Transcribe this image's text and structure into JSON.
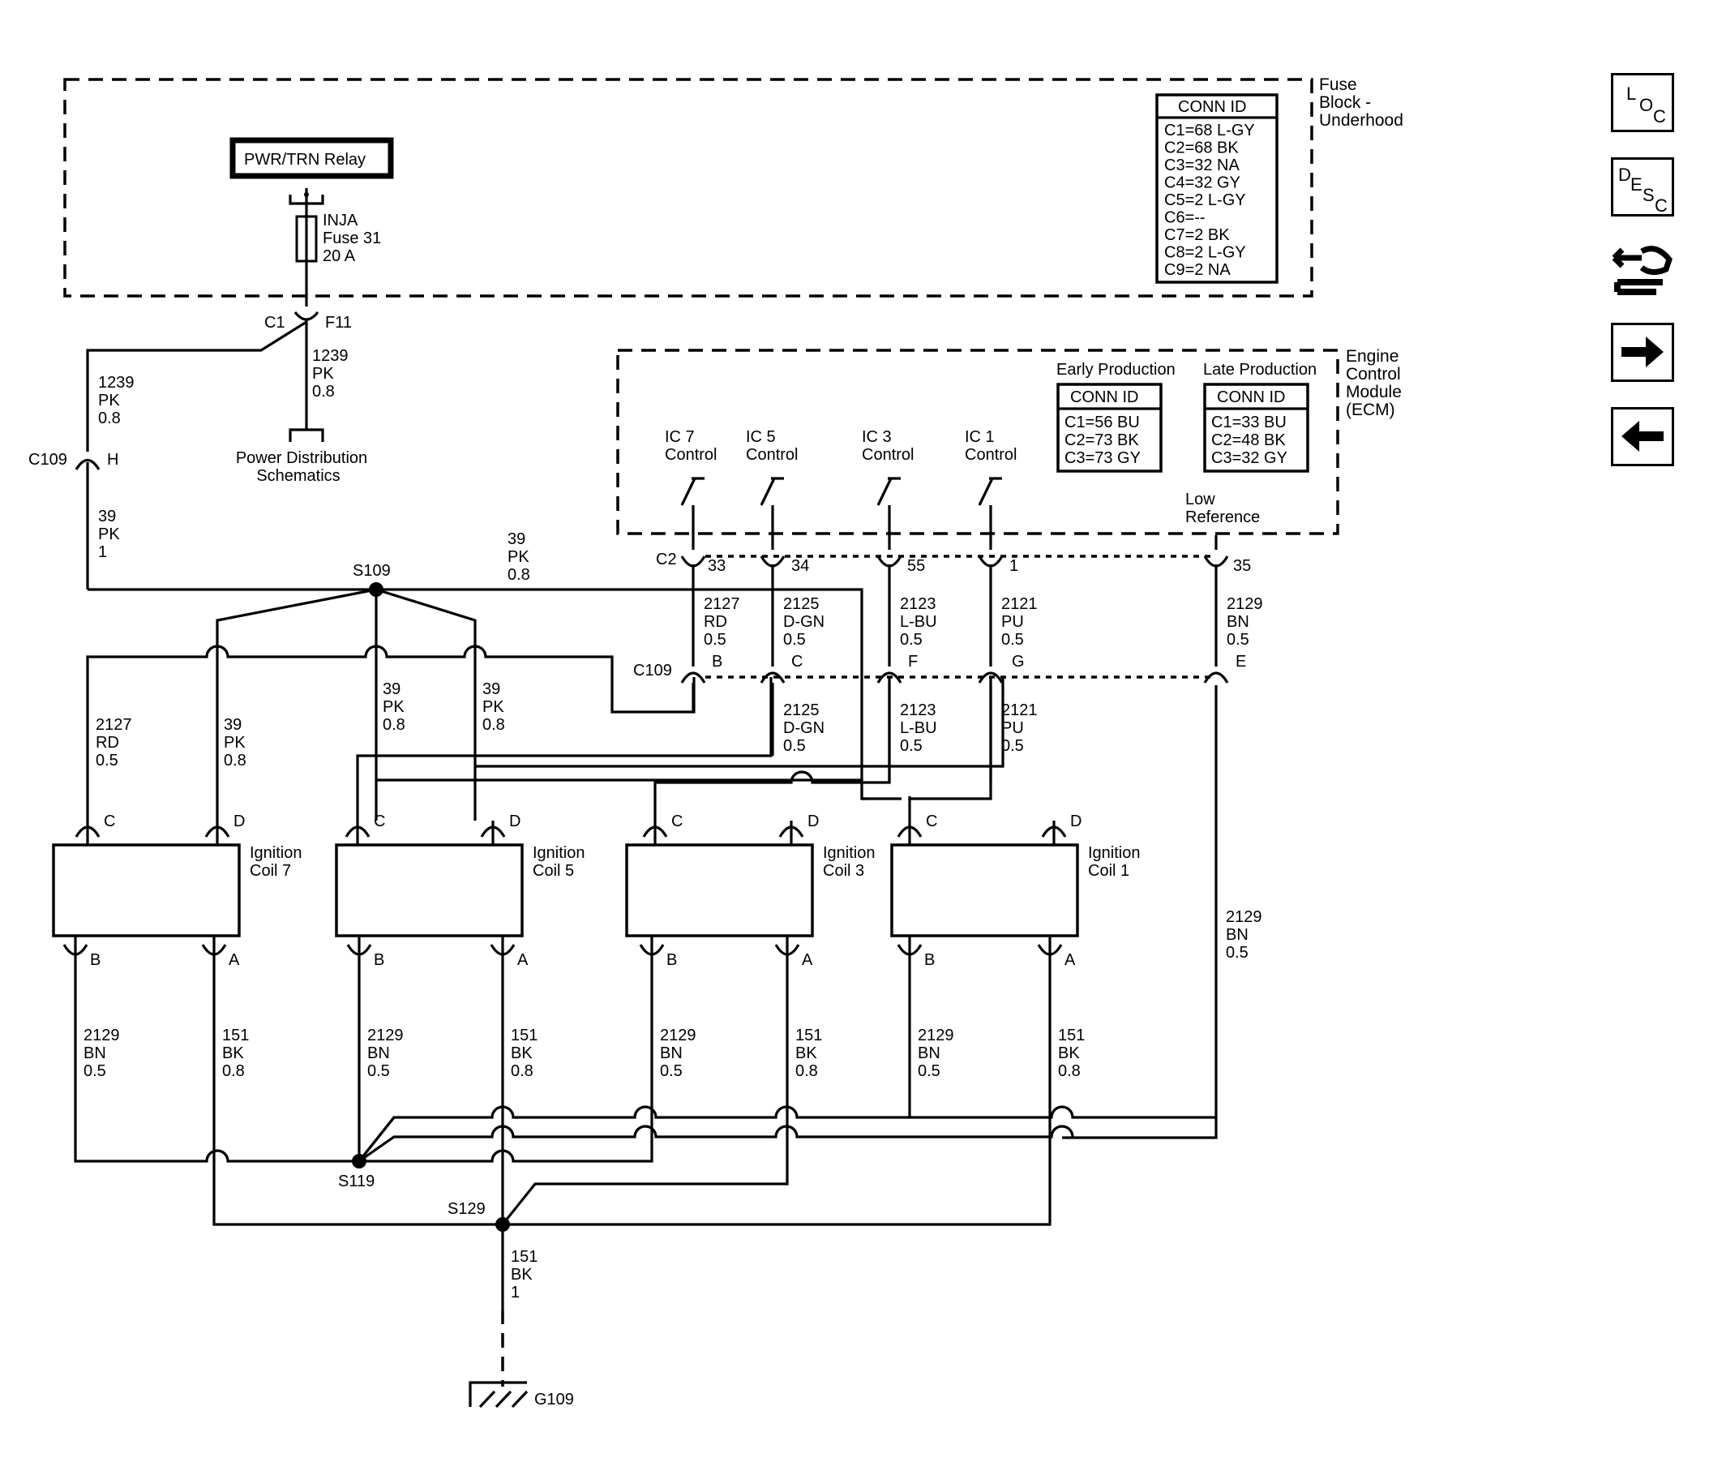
{
  "fuse_block": {
    "label": [
      "Fuse",
      "Block -",
      "Underhood"
    ],
    "relay": "PWR/TRN Relay",
    "fuse": [
      "INJA",
      "Fuse 31",
      "20 A"
    ],
    "conn_title": "CONN ID",
    "conn": [
      "C1=68 L-GY",
      "C2=68 BK",
      "C3=32 NA",
      "C4=32 GY",
      "C5=2 L-GY",
      "C6=--",
      "C7=2 BK",
      "C8=2 L-GY",
      "C9=2 NA"
    ],
    "c1": "C1",
    "f11": "F11"
  },
  "power": {
    "wire_down": [
      "1239",
      "PK",
      "0.8"
    ],
    "wire_left": [
      "1239",
      "PK",
      "0.8"
    ],
    "pds": [
      "Power Distribution",
      "Schematics"
    ],
    "c109": "C109",
    "h": "H",
    "wire_39_1": [
      "39",
      "PK",
      "1"
    ],
    "s109": "S109",
    "wire_39_top": [
      "39",
      "PK",
      "0.8"
    ]
  },
  "ecm": {
    "label": [
      "Engine",
      "Control",
      "Module",
      "(ECM)"
    ],
    "early_title": "Early Production",
    "late_title": "Late Production",
    "conn_title": "CONN ID",
    "early": [
      "C1=56 BU",
      "C2=73 BK",
      "C3=73 GY"
    ],
    "late": [
      "C1=33 BU",
      "C2=48 BK",
      "C3=32 GY"
    ],
    "controls": [
      [
        "IC 7",
        "Control"
      ],
      [
        "IC 5",
        "Control"
      ],
      [
        "IC 3",
        "Control"
      ],
      [
        "IC 1",
        "Control"
      ]
    ],
    "low_ref": [
      "Low",
      "Reference"
    ],
    "c2": "C2",
    "pins": [
      "33",
      "34",
      "55",
      "1",
      "35"
    ]
  },
  "mid_wires": [
    [
      "2127",
      "RD",
      "0.5"
    ],
    [
      "2125",
      "D-GN",
      "0.5"
    ],
    [
      "2123",
      "L-BU",
      "0.5"
    ],
    [
      "2121",
      "PU",
      "0.5"
    ],
    [
      "2129",
      "BN",
      "0.5"
    ]
  ],
  "c109_lower": {
    "label": "C109",
    "pins": [
      "B",
      "C",
      "F",
      "G",
      "E"
    ]
  },
  "lower_wires": [
    [
      "2125",
      "D-GN",
      "0.5"
    ],
    [
      "2123",
      "L-BU",
      "0.5"
    ],
    [
      "2121",
      "PU",
      "0.5"
    ]
  ],
  "feed_wires": [
    [
      "2127",
      "RD",
      "0.5"
    ],
    [
      "39",
      "PK",
      "0.8"
    ],
    [
      "39",
      "PK",
      "0.8"
    ],
    [
      "39",
      "PK",
      "0.8"
    ]
  ],
  "coils": [
    {
      "name": [
        "Ignition",
        "Coil 7"
      ]
    },
    {
      "name": [
        "Ignition",
        "Coil 5"
      ]
    },
    {
      "name": [
        "Ignition",
        "Coil 3"
      ]
    },
    {
      "name": [
        "Ignition",
        "Coil 1"
      ]
    }
  ],
  "pin_letters": {
    "c": "C",
    "d": "D",
    "b": "B",
    "a": "A"
  },
  "coil_wires": {
    "b": [
      "2129",
      "BN",
      "0.5"
    ],
    "a": [
      "151",
      "BK",
      "0.8"
    ]
  },
  "right_wire": [
    "2129",
    "BN",
    "0.5"
  ],
  "ground": {
    "s119": "S119",
    "s129": "S129",
    "wire": [
      "151",
      "BK",
      "1"
    ],
    "g109": "G109"
  },
  "nav": {
    "loc": [
      "L",
      "O",
      "C"
    ],
    "desc": [
      "D",
      "E",
      "S",
      "C"
    ],
    "icons": [
      "connector-tool-icon",
      "next-arrow-icon",
      "back-arrow-icon"
    ]
  }
}
